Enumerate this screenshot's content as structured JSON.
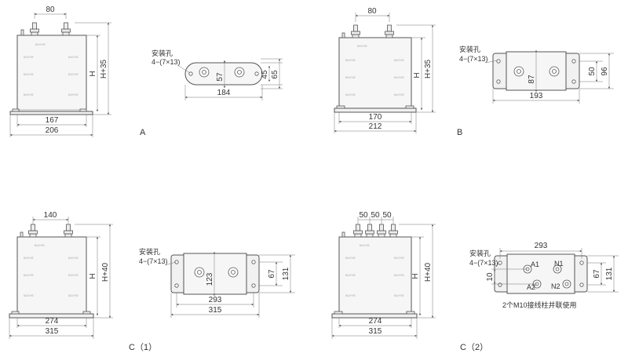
{
  "figures": {
    "A": {
      "label": "A",
      "top_spacing": "80",
      "height": "H",
      "height_total": "H+35",
      "base_inner": "167",
      "base_outer": "206",
      "plan_width": "184",
      "plan_h1": "57",
      "plan_h2": "45",
      "plan_h3": "65"
    },
    "B": {
      "label": "B",
      "top_spacing": "80",
      "height": "H",
      "height_total": "H+35",
      "base_inner": "170",
      "base_outer": "212",
      "plan_width": "193",
      "plan_h1": "87",
      "plan_h2": "50",
      "plan_h3": "96"
    },
    "C1": {
      "label": "C（1）",
      "top_spacing": "140",
      "height": "H",
      "height_total": "H+40",
      "base_inner": "274",
      "base_outer": "315",
      "plan_w1": "293",
      "plan_w2": "315",
      "plan_h1": "123",
      "plan_h2": "67",
      "plan_h3": "131"
    },
    "C2": {
      "label": "C（2）",
      "top_spacing_1": "50",
      "top_spacing_2": "50",
      "top_spacing_3": "50",
      "height": "H",
      "height_total": "H+40",
      "base_inner": "274",
      "base_outer": "315",
      "plan_top": "293",
      "plan_h_small": "10",
      "plan_h2": "67",
      "plan_h3": "131",
      "terminal_a1": "A1",
      "terminal_a2": "A2",
      "terminal_n1": "N1",
      "terminal_n2": "N2",
      "note": "2个M10接线柱并联使用"
    }
  },
  "mount_label": "安装孔",
  "mount_spec": "4−(7×13)"
}
